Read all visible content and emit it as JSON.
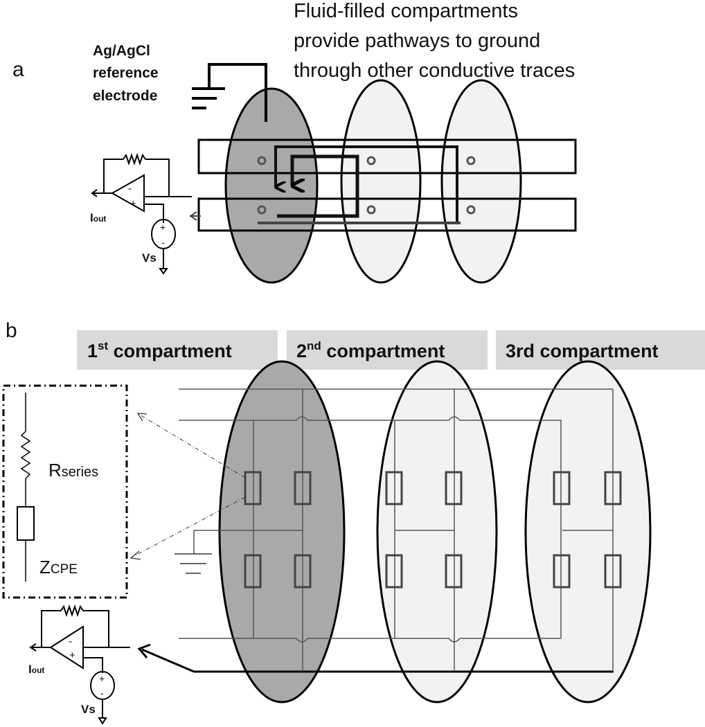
{
  "panel_a": {
    "label": "a",
    "caption_lines": [
      "Fluid-filled compartments",
      "provide pathways to ground",
      "through other conductive traces"
    ],
    "electrode_label_lines": [
      "Ag/AgCl",
      "reference",
      "electrode"
    ],
    "iout_main": "I",
    "iout_sub": "out",
    "vs_label": "Vs",
    "plus": "+",
    "minus": "-"
  },
  "panel_b": {
    "label": "b",
    "compartments": [
      {
        "base": "1",
        "sup": "st",
        "rest": " compartment"
      },
      {
        "base": "2",
        "sup": "nd",
        "rest": " compartment"
      },
      {
        "base": "3rd compartment",
        "sup": "",
        "rest": ""
      }
    ],
    "rseries_main": "R",
    "rseries_sub": "series",
    "zcpe_main": "Z",
    "zcpe_sub": "CPE",
    "iout_main": "I",
    "iout_sub": "out",
    "vs_label": "Vs",
    "plus": "+",
    "minus": "-"
  },
  "colors": {
    "compartment_dark": "#a9a9a9",
    "compartment_light": "#f2f2f2",
    "header_bg": "#d9d9d9",
    "line": "#000000",
    "trace": "#777777"
  }
}
